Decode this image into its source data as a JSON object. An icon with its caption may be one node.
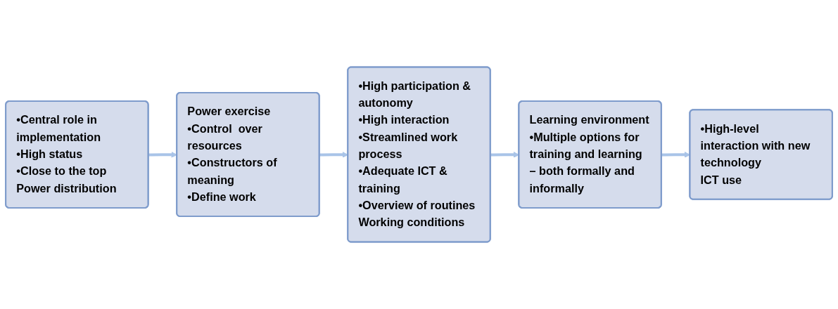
{
  "diagram": {
    "nodes": [
      {
        "text": [
          "•Central role in implementation",
          "•High status",
          "•Close to the top",
          "Power distribution"
        ]
      },
      {
        "text": [
          "Power exercise",
          "•Control  over resources",
          "•Constructors of meaning",
          "•Define work"
        ]
      },
      {
        "text": [
          "•High participation & autonomy",
          "•High interaction",
          "•Streamlined work process",
          "•Adequate ICT & training",
          "•Overview of routines",
          "Working conditions"
        ]
      },
      {
        "text": [
          "Learning environment",
          "•Multiple options for training and learning – both formally and informally"
        ]
      },
      {
        "text": [
          "•High-level interaction with new technology",
          "ICT use"
        ]
      }
    ],
    "edges": [
      {
        "from": 0,
        "to": 1,
        "arrow": "to"
      },
      {
        "from": 1,
        "to": 2,
        "arrow": "to"
      },
      {
        "from": 2,
        "to": 3,
        "arrow": "to"
      },
      {
        "from": 3,
        "to": 4,
        "arrow": "to"
      }
    ]
  }
}
